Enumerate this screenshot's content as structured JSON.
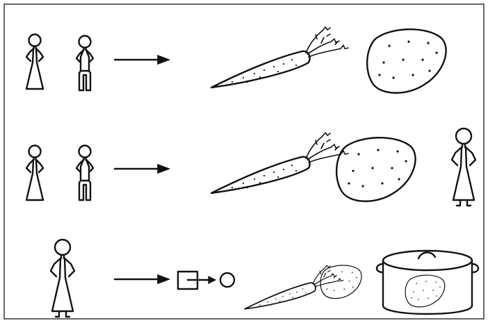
{
  "diagram": {
    "rows": [
      {
        "id": "row-1",
        "left": [
          "woman",
          "man"
        ],
        "right": [
          "carrot",
          "potato"
        ]
      },
      {
        "id": "row-2",
        "left": [
          "woman",
          "man"
        ],
        "right": [
          "carrot",
          "potato",
          "woman"
        ]
      },
      {
        "id": "row-3",
        "left": [
          "woman"
        ],
        "right": [
          "transform-symbol",
          "carrot",
          "potato",
          "cooking-pot-with-potato"
        ]
      }
    ]
  }
}
